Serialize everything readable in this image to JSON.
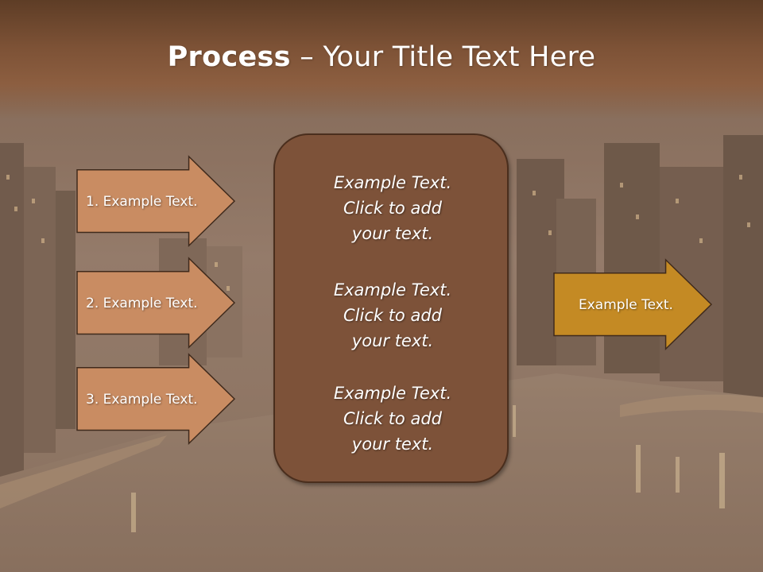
{
  "slide": {
    "title_bold": "Process",
    "title_rest": " – Your Title Text Here"
  },
  "left_arrows": [
    {
      "label": "1. Example Text."
    },
    {
      "label": "2. Example Text."
    },
    {
      "label": "3. Example Text."
    }
  ],
  "center_panel": {
    "blocks": [
      {
        "line1": "Example Text.",
        "line2": "Click  to add",
        "line3": "your text."
      },
      {
        "line1": "Example Text.",
        "line2": "Click  to add",
        "line3": "your text."
      },
      {
        "line1": "Example Text.",
        "line2": "Click  to add",
        "line3": "your text."
      }
    ]
  },
  "right_arrow": {
    "label": "Example Text."
  },
  "colors": {
    "left_arrow_fill": "#c98c62",
    "right_arrow_fill": "#c48a24",
    "panel_fill": "#7d5239",
    "title_band": "#7d5236"
  }
}
